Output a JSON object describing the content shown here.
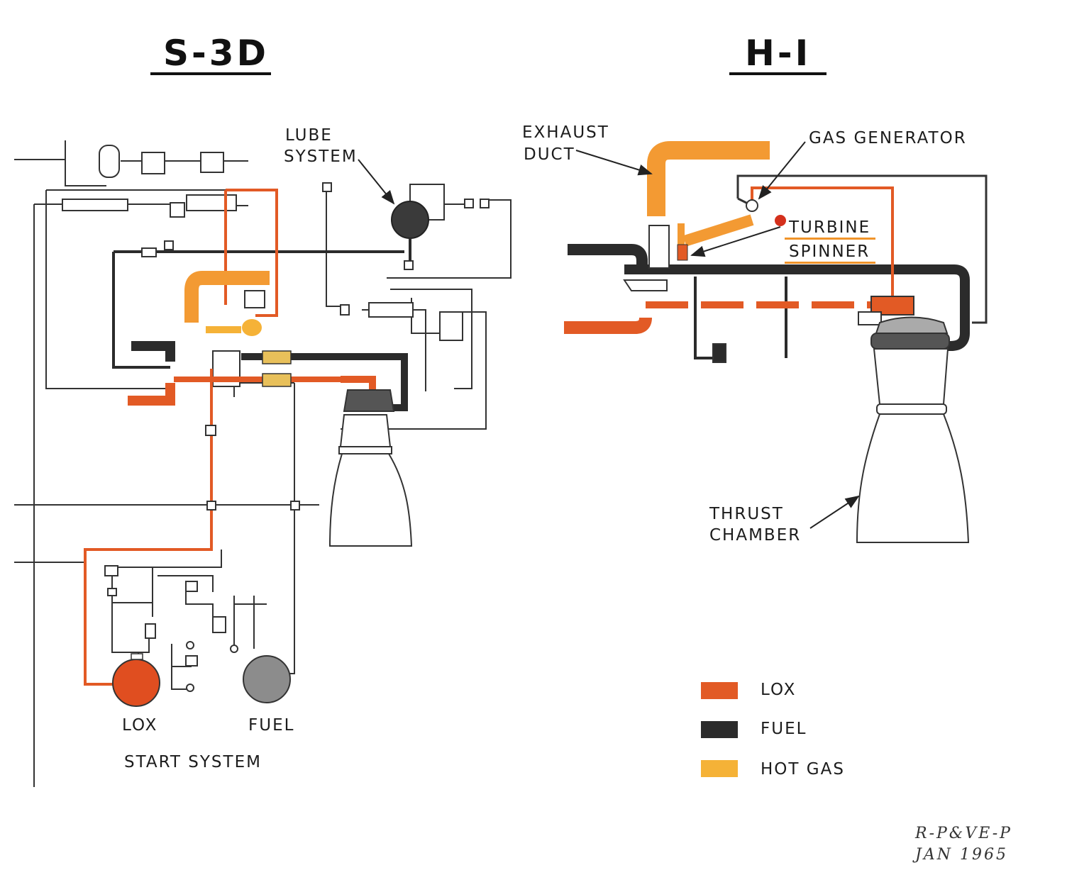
{
  "titles": {
    "left": "S-3D",
    "right": "H-I"
  },
  "labels": {
    "lube_system": [
      "LUBE",
      "SYSTEM"
    ],
    "exhaust_duct": [
      "EXHAUST",
      "DUCT"
    ],
    "gas_generator": "GAS  GENERATOR",
    "turbine_spinner": [
      "TURBINE",
      "SPINNER"
    ],
    "thrust_chamber": [
      "THRUST",
      "CHAMBER"
    ],
    "lox_sphere": "LOX",
    "fuel_sphere": "FUEL",
    "start_system": "START  SYSTEM"
  },
  "legend": [
    {
      "label": "LOX",
      "color": "#e25a25"
    },
    {
      "label": "FUEL",
      "color": "#2b2b2b"
    },
    {
      "label": "HOT  GAS",
      "color": "#f5b237"
    }
  ],
  "signature": [
    "R-P&VE-P",
    "JAN 1965"
  ],
  "colors": {
    "lox": "#e25a25",
    "fuel": "#2b2b2b",
    "hot_gas": "#f39a33",
    "line": "#333333"
  }
}
